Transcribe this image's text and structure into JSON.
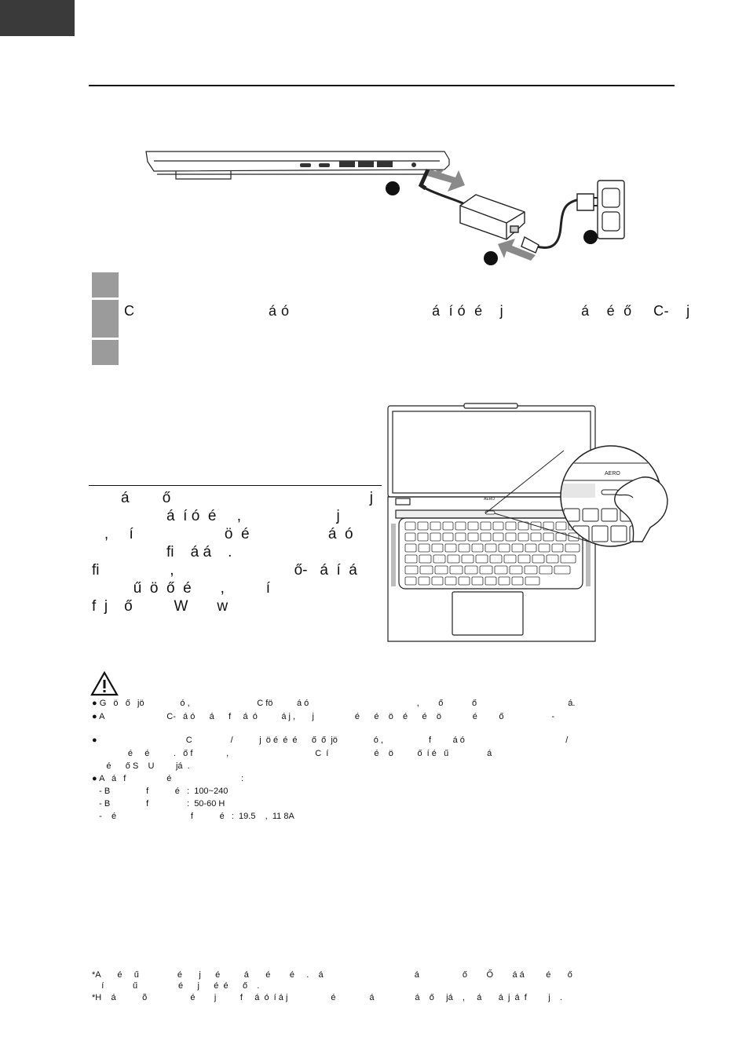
{
  "header": {
    "language_tab_color": "#3a3a3a"
  },
  "logo_text": "AERO",
  "steps": [
    {
      "text": ""
    },
    {
      "text": "C                               á ó                                 á  í ó  é    j                  á    é  ő     C-    j"
    },
    {
      "text": ""
    }
  ],
  "power_paragraph": [
    "       á        ő                                                j",
    "                  á  í ó  é     ,                       j",
    "   ,     í                      ö  é                   á  ó",
    "                  fi    á á    .",
    "fi                 ,                             ő-   á  í  á",
    "          ű  ö  ő  é       ,          í",
    "f  j    ő          W       w"
  ],
  "warnings": [
    "● G   ö   ő   jö               ó ,                            C fö          á ó                                             ,        ő            ő                                      á.",
    "● A                          C-   á ó      á      f     á  ó          á j ,       j                 é      é    ö    é      é    ö             é         ő                    -",
    "",
    "●                                     C                /           j  ö é  é  é      ő  ő  jö               ó ,                   f         á ó                                          /",
    "               é     é          .   ő f              ,                                    C  í                   é    ö          ő  í é   ű                á",
    "      é      ő S    U         já  .",
    "● A   á   f                 é                             :",
    "   - B               f           é   :  100~240",
    "   - B               f                :  50-60 H",
    "   -    é                               f           é   :  19.5    ,  11 8A"
  ],
  "footnotes": [
    "*A       é     ű                é       j      é          á       é        é     .    á                                      á                  ő        Ő        á á         é       ő",
    "    í            ű                 é      j      é  é      ő    .",
    "*H    á           õ                  é        j          f     á  ó  í á j                  é              á                 á    ő     já    ,     á       á  j  á  f         j    ."
  ]
}
